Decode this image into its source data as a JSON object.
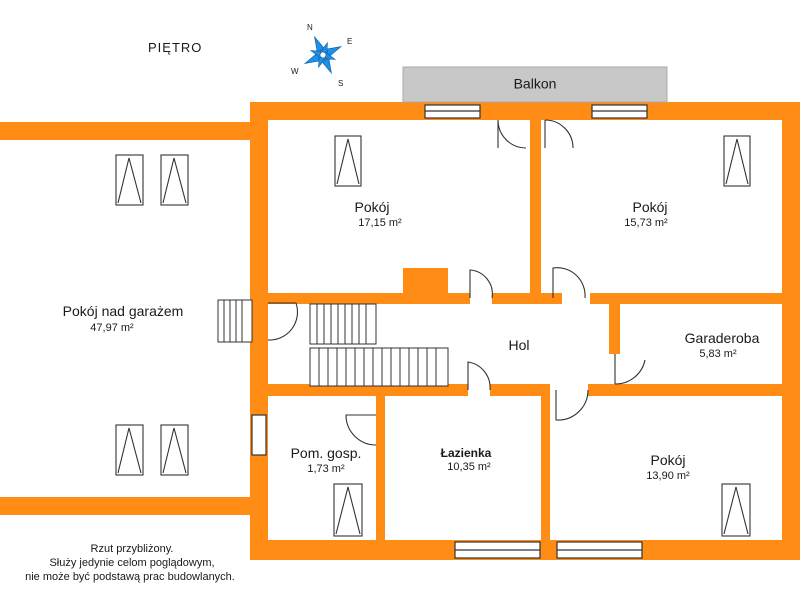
{
  "floor_label": "PIĘTRO",
  "compass": {
    "n": "N",
    "e": "E",
    "s": "S",
    "w": "W",
    "color": "#1e90e8"
  },
  "balcony": {
    "label": "Balkon",
    "color": "#c8c8c8"
  },
  "colors": {
    "wall": "#ff8c14",
    "fixture": "#333333"
  },
  "rooms": {
    "garage_room": {
      "name": "Pokój nad garażem",
      "area": "47,97 m²"
    },
    "room_nw": {
      "name": "Pokój",
      "area": "17,15 m²"
    },
    "room_ne": {
      "name": "Pokój",
      "area": "15,73 m²"
    },
    "hall": {
      "name": "Hol"
    },
    "wardrobe": {
      "name": "Garaderoba",
      "area": "5,83 m²"
    },
    "utility": {
      "name": "Pom. gosp.",
      "area": "1,73 m²"
    },
    "bathroom": {
      "name": "Łazienka",
      "area": "10,35 m²"
    },
    "room_se": {
      "name": "Pokój",
      "area": "13,90 m²"
    }
  },
  "disclaimer": {
    "line1": "Rzut przybliżony.",
    "line2": "Służy jedynie celom poglądowym,",
    "line3": "nie może być podstawą prac budowlanych."
  }
}
